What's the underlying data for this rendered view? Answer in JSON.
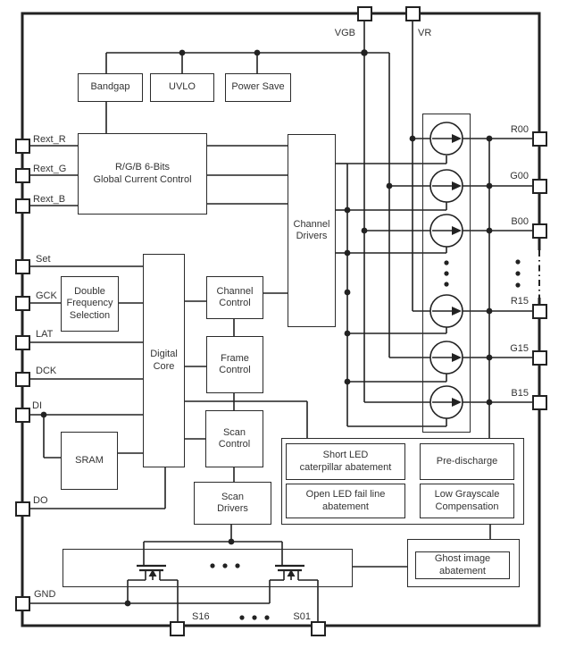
{
  "pins": {
    "top": [
      {
        "label": "VGB"
      },
      {
        "label": "VR"
      }
    ],
    "left": [
      {
        "label": "Rext_R"
      },
      {
        "label": "Rext_G"
      },
      {
        "label": "Rext_B"
      },
      {
        "label": "Set"
      },
      {
        "label": "GCK"
      },
      {
        "label": "LAT"
      },
      {
        "label": "DCK"
      },
      {
        "label": "DI"
      },
      {
        "label": "DO"
      },
      {
        "label": "GND"
      }
    ],
    "right": [
      {
        "label": "R00"
      },
      {
        "label": "G00"
      },
      {
        "label": "B00"
      },
      {
        "label": "R15"
      },
      {
        "label": "G15"
      },
      {
        "label": "B15"
      }
    ],
    "bottom": [
      {
        "label": "S16"
      },
      {
        "label": "S01"
      }
    ]
  },
  "blocks": {
    "bandgap": "Bandgap",
    "uvlo": "UVLO",
    "power_save": "Power Save",
    "rgb_global_current": "R/G/B 6-Bits\nGlobal Current Control",
    "channel_drivers": "Channel\nDrivers",
    "double_frequency": "Double\nFrequency\nSelection",
    "digital_core": "Digital\nCore",
    "channel_control": "Channel\nControl",
    "frame_control": "Frame\nControl",
    "scan_control": "Scan\nControl",
    "scan_drivers": "Scan\nDrivers",
    "sram": "SRAM",
    "short_led": "Short LED\ncaterpillar abatement",
    "pre_discharge": "Pre-discharge",
    "open_led": "Open LED fail line\nabatement",
    "low_grayscale": "Low Grayscale\nCompensation",
    "ghost_image": "Ghost image\nabatement"
  },
  "colors": {
    "line": "#222222",
    "text": "#333333",
    "background": "#ffffff"
  }
}
